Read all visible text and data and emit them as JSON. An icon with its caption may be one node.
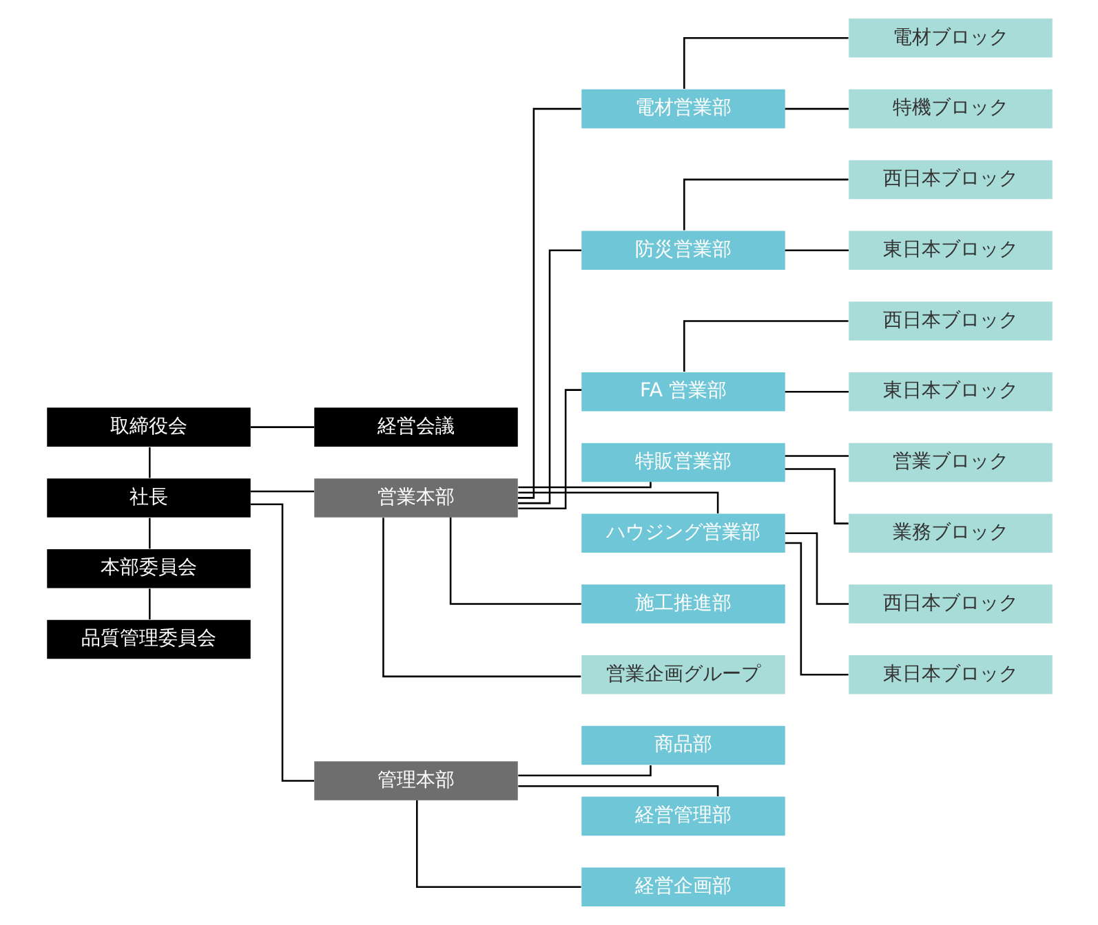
{
  "diagram": {
    "nodes": [
      {
        "text": [
          "取締役会"
        ]
      },
      {
        "text": [
          "社長"
        ]
      },
      {
        "text": [
          "本部委員会"
        ]
      },
      {
        "text": [
          "品質管理委員会"
        ]
      },
      {
        "text": [
          "経営会議"
        ]
      },
      {
        "text": [
          "営業本部"
        ]
      },
      {
        "text": [
          "管理本部"
        ]
      },
      {
        "text": [
          "電材営業部"
        ]
      },
      {
        "text": [
          "防災営業部"
        ]
      },
      {
        "text": [
          "FA 営業部"
        ]
      },
      {
        "text": [
          "特販営業部"
        ]
      },
      {
        "text": [
          "ハウジング営業部"
        ]
      },
      {
        "text": [
          "施工推進部"
        ]
      },
      {
        "text": [
          "営業企画グループ"
        ]
      },
      {
        "text": [
          "電材ブロック"
        ]
      },
      {
        "text": [
          "特機ブロック"
        ]
      },
      {
        "text": [
          "西日本ブロック"
        ]
      },
      {
        "text": [
          "東日本ブロック"
        ]
      },
      {
        "text": [
          "西日本ブロック"
        ]
      },
      {
        "text": [
          "東日本ブロック"
        ]
      },
      {
        "text": [
          "営業ブロック"
        ]
      },
      {
        "text": [
          "業務ブロック"
        ]
      },
      {
        "text": [
          "西日本ブロック"
        ]
      },
      {
        "text": [
          "東日本ブロック"
        ]
      },
      {
        "text": [
          "商品部"
        ]
      },
      {
        "text": [
          "経営管理部"
        ]
      },
      {
        "text": [
          "経営企画部"
        ]
      }
    ],
    "edges": [
      {
        "from": 0,
        "to": 1,
        "arrow": "none"
      },
      {
        "from": 1,
        "to": 2,
        "arrow": "none"
      },
      {
        "from": 2,
        "to": 3,
        "arrow": "none"
      },
      {
        "from": 0,
        "to": 4,
        "arrow": "none"
      },
      {
        "from": 1,
        "to": 5,
        "arrow": "none"
      },
      {
        "from": 1,
        "to": 6,
        "arrow": "none"
      },
      {
        "from": 5,
        "to": 7,
        "arrow": "none"
      },
      {
        "from": 5,
        "to": 8,
        "arrow": "none"
      },
      {
        "from": 5,
        "to": 9,
        "arrow": "none"
      },
      {
        "from": 5,
        "to": 10,
        "arrow": "none"
      },
      {
        "from": 5,
        "to": 11,
        "arrow": "none"
      },
      {
        "from": 5,
        "to": 12,
        "arrow": "none"
      },
      {
        "from": 5,
        "to": 13,
        "arrow": "none"
      },
      {
        "from": 7,
        "to": 14,
        "arrow": "none"
      },
      {
        "from": 7,
        "to": 15,
        "arrow": "none"
      },
      {
        "from": 8,
        "to": 16,
        "arrow": "none"
      },
      {
        "from": 8,
        "to": 17,
        "arrow": "none"
      },
      {
        "from": 9,
        "to": 18,
        "arrow": "none"
      },
      {
        "from": 9,
        "to": 19,
        "arrow": "none"
      },
      {
        "from": 10,
        "to": 20,
        "arrow": "none"
      },
      {
        "from": 10,
        "to": 21,
        "arrow": "none"
      },
      {
        "from": 11,
        "to": 22,
        "arrow": "none"
      },
      {
        "from": 11,
        "to": 23,
        "arrow": "none"
      },
      {
        "from": 6,
        "to": 24,
        "arrow": "none"
      },
      {
        "from": 6,
        "to": 25,
        "arrow": "none"
      },
      {
        "from": 6,
        "to": 26,
        "arrow": "none"
      }
    ]
  }
}
